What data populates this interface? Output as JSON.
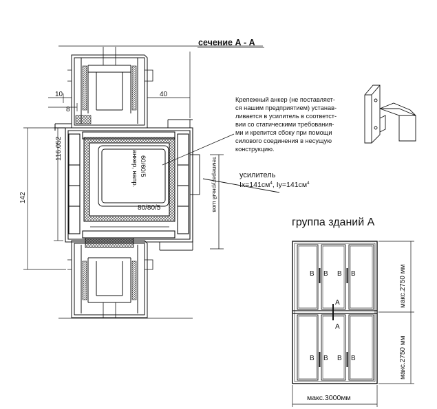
{
  "section": {
    "title": "сечение А - А"
  },
  "dimensions": {
    "d10": "10",
    "d8": "8",
    "d40": "40",
    "d116": "116.052",
    "d142": "142"
  },
  "anchor_note": {
    "lines": [
      "Крепежный анкер (не поставляет-",
      "ся нашим предприятием) устанав-",
      "ливается в усилитель в соответст-",
      "вии со статическими требования-",
      "ми и крепится сбоку при помощи",
      "силового соединения в несущую",
      "конструкцию."
    ]
  },
  "anchor_label": {
    "line1": "анкер, напр.",
    "line2": "60/60/5"
  },
  "profile_label": "80/80/5",
  "reinforcement": {
    "title": "усилитель",
    "ix_text": "Ix=141см",
    "iy_text": ", Iy=141см",
    "exponent": "4"
  },
  "seam_label": "температурный шов",
  "building_group": {
    "title": "группа зданий А",
    "b_label": "B",
    "a_label": "A",
    "height_label": "макс.2750 мм",
    "width_label": "макс.3000мм"
  }
}
